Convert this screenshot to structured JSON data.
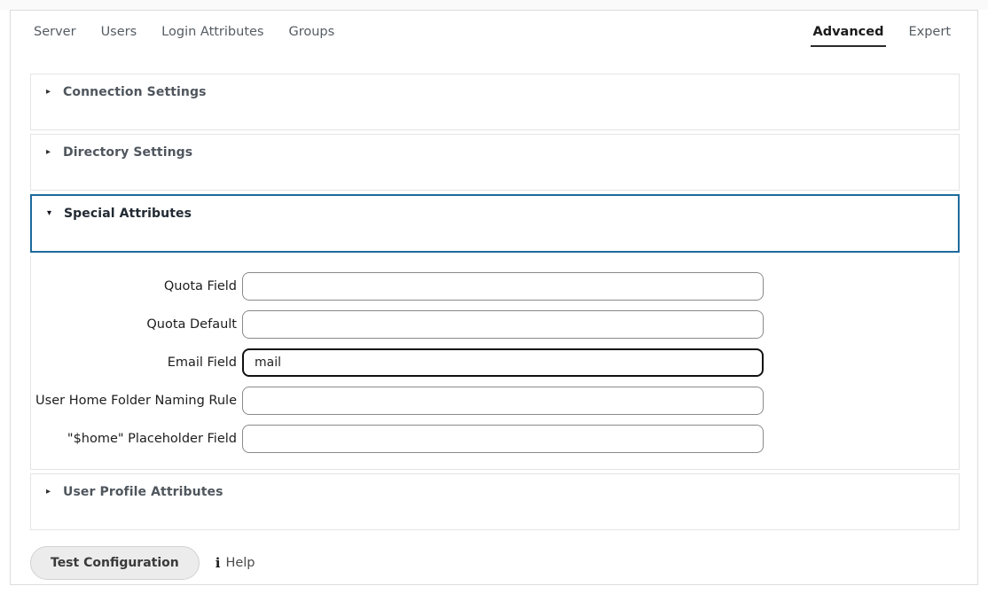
{
  "tabs": {
    "left": [
      {
        "label": "Server",
        "active": false
      },
      {
        "label": "Users",
        "active": false
      },
      {
        "label": "Login Attributes",
        "active": false
      },
      {
        "label": "Groups",
        "active": false
      }
    ],
    "right": [
      {
        "label": "Advanced",
        "active": true
      },
      {
        "label": "Expert",
        "active": false
      }
    ]
  },
  "sections": [
    {
      "title": "Connection Settings",
      "expanded": false,
      "icon": "triangle-right-icon",
      "marker": "▸"
    },
    {
      "title": "Directory Settings",
      "expanded": false,
      "icon": "triangle-right-icon",
      "marker": "▸"
    },
    {
      "title": "Special Attributes",
      "expanded": true,
      "icon": "triangle-down-icon",
      "marker": "▾"
    },
    {
      "title": "User Profile Attributes",
      "expanded": false,
      "icon": "triangle-right-icon",
      "marker": "▸"
    }
  ],
  "special_attributes_form": {
    "fields": [
      {
        "label": "Quota Field",
        "value": "",
        "placeholder": "",
        "focused": false
      },
      {
        "label": "Quota Default",
        "value": "",
        "placeholder": "",
        "focused": false
      },
      {
        "label": "Email Field",
        "value": "mail",
        "placeholder": "",
        "focused": true
      },
      {
        "label": "User Home Folder Naming Rule",
        "value": "",
        "placeholder": "",
        "focused": false
      },
      {
        "label": "\"$home\" Placeholder Field",
        "value": "",
        "placeholder": "",
        "focused": false
      }
    ]
  },
  "footer": {
    "test_button_label": "Test Configuration",
    "help_icon": "info-icon",
    "help_icon_glyph": "i",
    "help_label": "Help"
  },
  "colors": {
    "active_section_border": "#1d6a9c",
    "panel_border": "#e4e4e4",
    "input_border": "#8a8a8a",
    "input_border_focused": "#111111",
    "tab_active_underline": "#2a2a2a",
    "button_bg": "#ececec"
  }
}
